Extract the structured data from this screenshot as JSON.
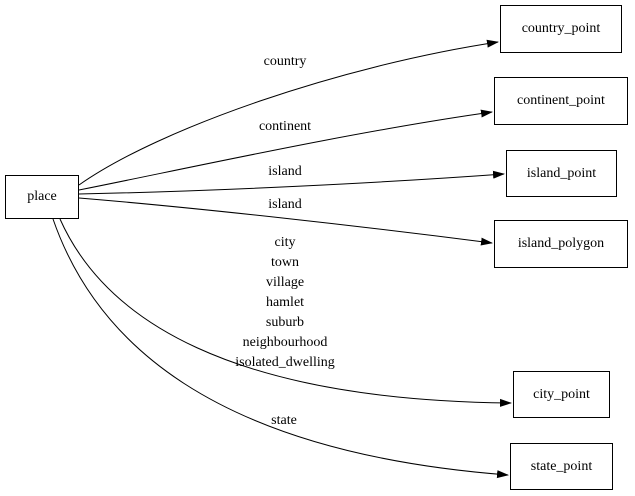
{
  "diagram": {
    "background_color": "#ffffff",
    "line_color": "#000000",
    "nodes": {
      "place": {
        "label": "place"
      },
      "country_point": {
        "label": "country_point"
      },
      "continent_point": {
        "label": "continent_point"
      },
      "island_point": {
        "label": "island_point"
      },
      "island_polygon": {
        "label": "island_polygon"
      },
      "city_point": {
        "label": "city_point"
      },
      "state_point": {
        "label": "state_point"
      }
    },
    "edges": [
      {
        "from": "place",
        "to": "country_point",
        "labels": [
          "country"
        ]
      },
      {
        "from": "place",
        "to": "continent_point",
        "labels": [
          "continent"
        ]
      },
      {
        "from": "place",
        "to": "island_point",
        "labels": [
          "island"
        ]
      },
      {
        "from": "place",
        "to": "island_polygon",
        "labels": [
          "island"
        ]
      },
      {
        "from": "place",
        "to": "city_point",
        "labels": [
          "city",
          "town",
          "village",
          "hamlet",
          "suburb",
          "neighbourhood",
          "isolated_dwelling"
        ]
      },
      {
        "from": "place",
        "to": "state_point",
        "labels": [
          "state"
        ]
      }
    ]
  }
}
